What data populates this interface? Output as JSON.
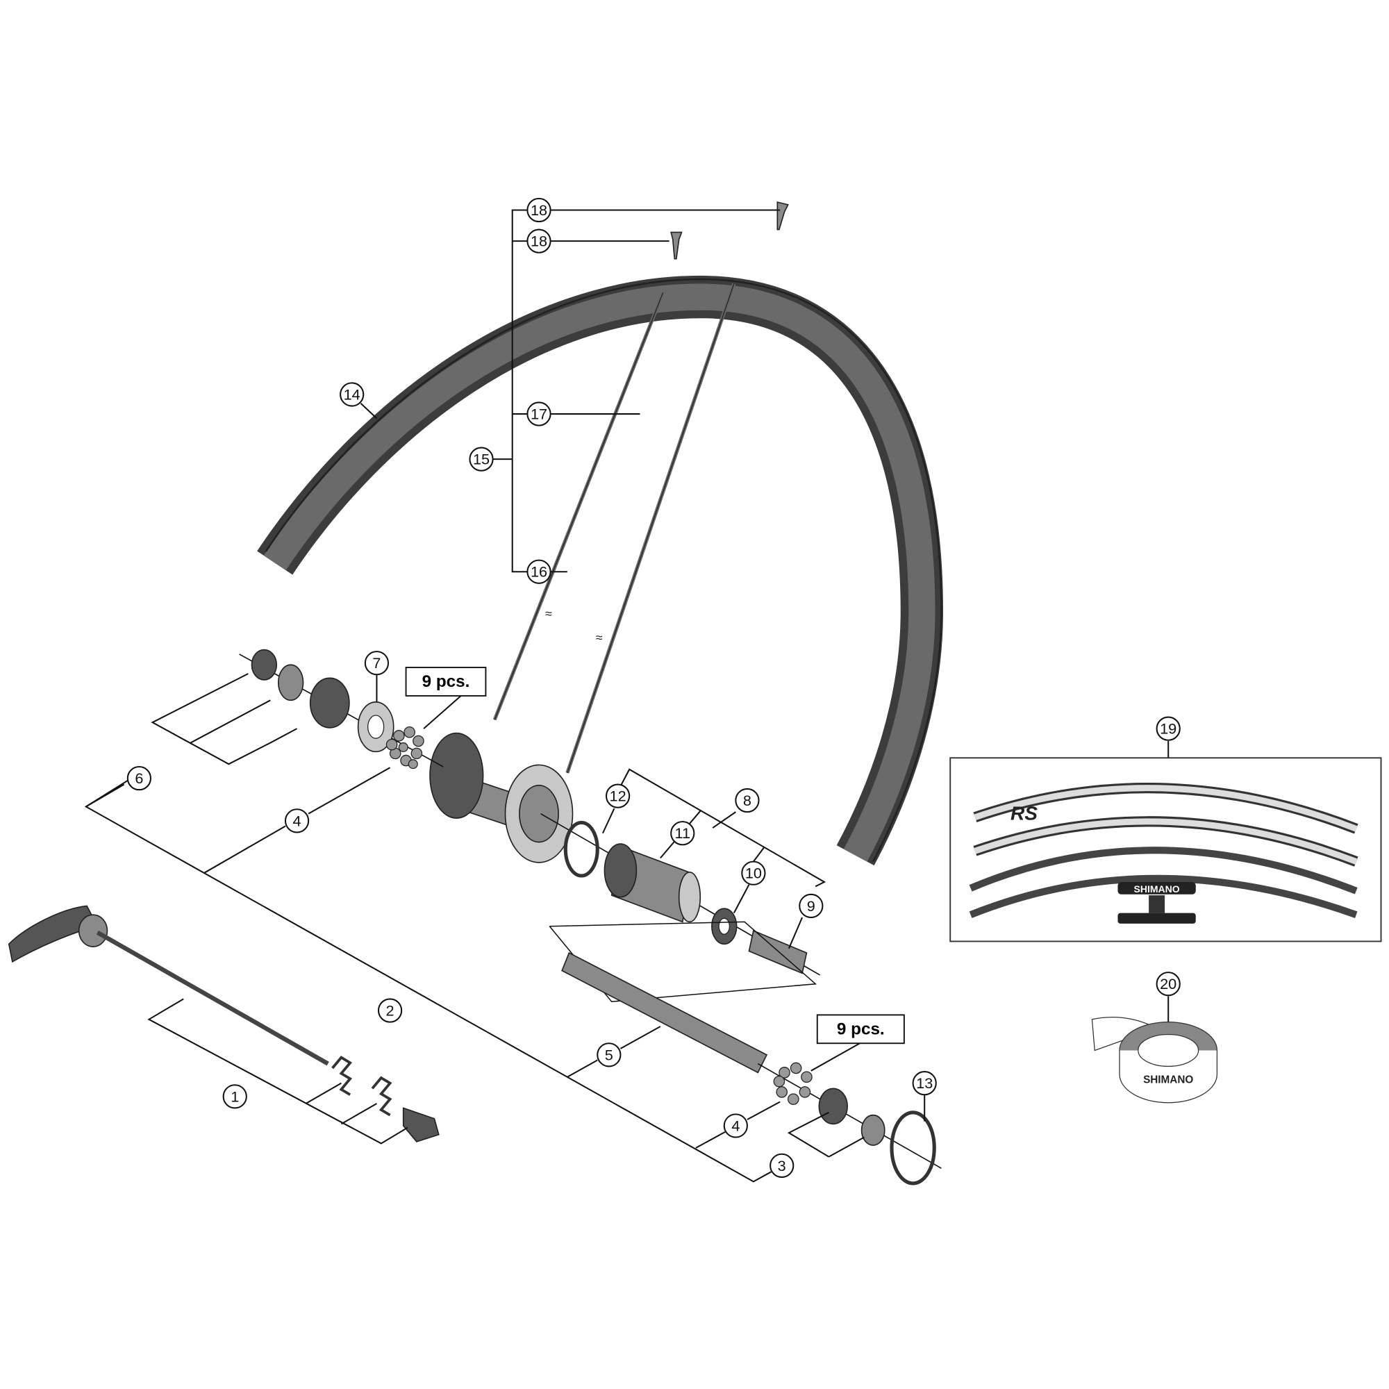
{
  "diagram": {
    "callouts": {
      "c1": "1",
      "c2": "2",
      "c3": "3",
      "c4a": "4",
      "c4b": "4",
      "c5": "5",
      "c6": "6",
      "c7": "7",
      "c8": "8",
      "c9": "9",
      "c10": "10",
      "c11": "11",
      "c12": "12",
      "c13": "13",
      "c14": "14",
      "c15": "15",
      "c16": "16",
      "c17": "17",
      "c18a": "18",
      "c18b": "18",
      "c19": "19",
      "c20": "20"
    },
    "quantity_labels": {
      "upper": "9 pcs.",
      "lower": "9 pcs."
    },
    "logos": {
      "decal_brand": "SHIMANO",
      "tape_brand": "SHIMANO",
      "decal_model": "RS"
    }
  }
}
